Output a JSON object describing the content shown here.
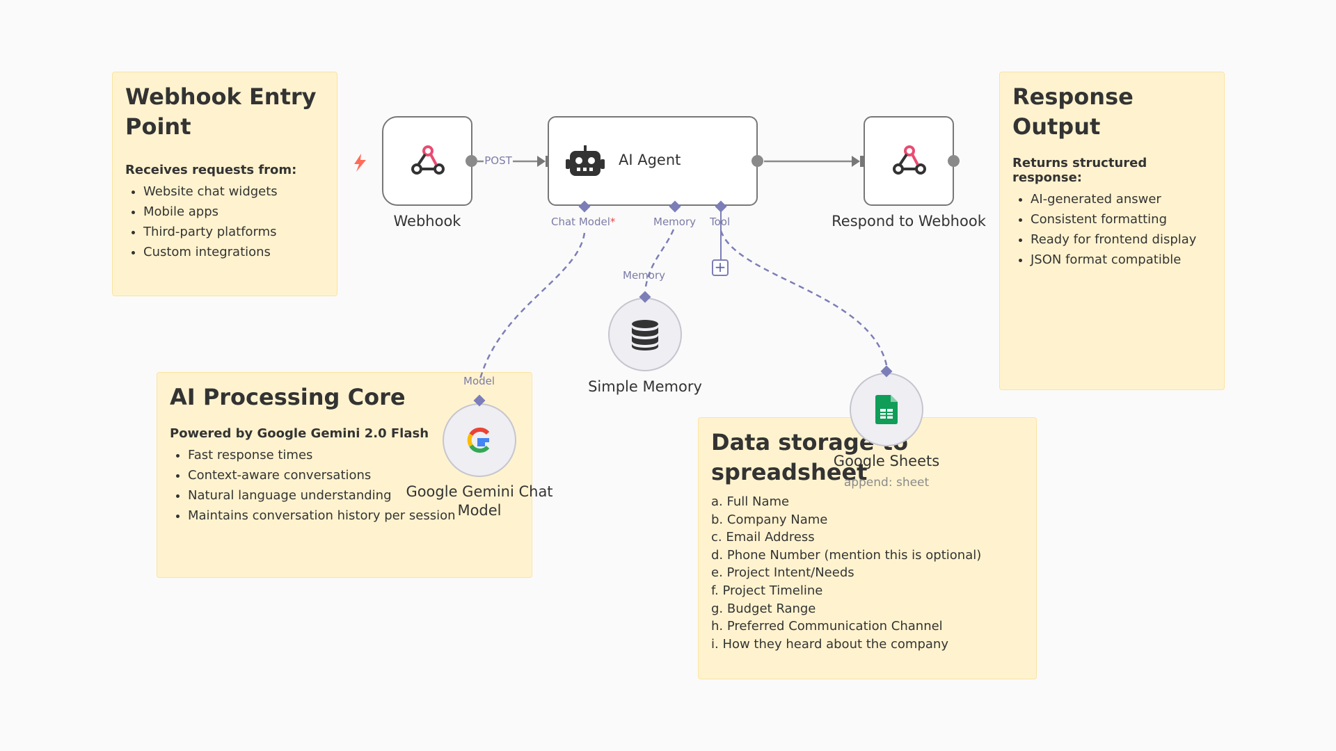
{
  "stickies": {
    "webhook_entry": {
      "title": "Webhook Entry Point",
      "subtitle": "Receives requests from:",
      "items": [
        "Website chat widgets",
        "Mobile apps",
        "Third-party platforms",
        "Custom integrations"
      ]
    },
    "response_output": {
      "title": "Response Output",
      "subtitle": "Returns structured response:",
      "items": [
        "AI-generated answer",
        "Consistent formatting",
        "Ready for frontend display",
        "JSON format compatible"
      ]
    },
    "ai_core": {
      "title": "AI Processing Core",
      "subtitle": "Powered by Google Gemini 2.0 Flash",
      "items": [
        "Fast response times",
        "Context-aware conversations",
        "Natural language understanding",
        "Maintains conversation history per session"
      ]
    },
    "data_storage": {
      "title": "Data storage to spreadsheet",
      "items": [
        "a. Full Name",
        "b. Company Name",
        "c. Email Address",
        "d. Phone Number (mention this is optional)",
        "e. Project Intent/Needs",
        "f. Project Timeline",
        "g. Budget Range",
        "h. Preferred Communication Channel",
        "i. How they heard about the company"
      ]
    }
  },
  "nodes": {
    "webhook": {
      "label": "Webhook",
      "icon": "webhook-icon"
    },
    "ai_agent": {
      "label": "AI Agent",
      "icon": "robot-icon"
    },
    "respond": {
      "label": "Respond to Webhook",
      "icon": "webhook-icon"
    },
    "memory": {
      "label": "Simple Memory",
      "icon": "database-icon"
    },
    "gemini": {
      "label": "Google Gemini Chat Model",
      "icon": "google-icon"
    },
    "sheets": {
      "label": "Google Sheets",
      "sub": "append: sheet",
      "icon": "google-sheets-icon"
    }
  },
  "connections": {
    "post_label": "POST"
  },
  "ports": {
    "chat_model": "Chat Model",
    "required_mark": "*",
    "memory": "Memory",
    "tool": "Tool",
    "memory_in": "Memory",
    "model_in": "Model"
  },
  "colors": {
    "canvas_bg": "#fafafa",
    "sticky_bg": "#fff3cf",
    "node_border": "#777777",
    "sub_port": "#7c7eb8",
    "trigger_bolt": "#ff6d5a",
    "sheets_green": "#0f9d58"
  }
}
